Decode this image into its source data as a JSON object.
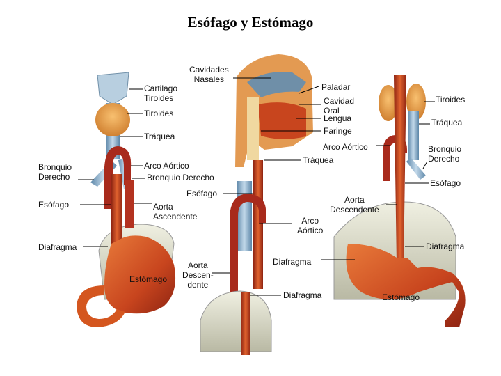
{
  "title": "Esófago y Estómago",
  "colors": {
    "esophagus": "#c8451e",
    "stomach": "#d4561f",
    "aorta": "#a82a1c",
    "trachea": "#8ab1cf",
    "thyroid": "#e8a048",
    "cartilage": "#b8cfe0",
    "diaphragm": "#dcdcc8",
    "leader": "#000000"
  },
  "labels": {
    "cartilago_tiroides": "Cartilago\nTiroides",
    "tiroides_left": "Tiroides",
    "traquea_left": "Tráquea",
    "bronquio_derecho_left": "Bronquio\nDerecho",
    "arco_aortico_left": "Arco Aórtico",
    "bronquio_derecho_mid": "Bronquio Derecho",
    "esofago_left": "Esófago",
    "aorta_ascendente": "Aorta\nAscendente",
    "diafragma_left": "Diafragma",
    "estomago_left": "Estómago",
    "cavidades_nasales": "Cavidades\nNasales",
    "paladar": "Paladar",
    "cavidad_oral": "Cavidad\nOral",
    "lengua": "Lengua",
    "faringe": "Faringe",
    "arco_aortico_mid": "Arco Aórtico",
    "traquea_mid": "Tráquea",
    "esofago_mid": "Esófago",
    "aorta_descendente_mid": "Aorta\nDescen-\ndente",
    "arco_aortico_mid2": "Arco\nAórtico",
    "diafragma_mid": "Diafragma",
    "diafragma_mid2": "Diafragma",
    "tiroides_right": "Tiroides",
    "traquea_right": "Tráquea",
    "bronquio_derecho_right": "Bronquio\nDerecho",
    "esofago_right": "Esófago",
    "aorta_descendente_right": "Aorta\nDescendente",
    "diafragma_right": "Diafragma",
    "estomago_right": "Estómago"
  }
}
